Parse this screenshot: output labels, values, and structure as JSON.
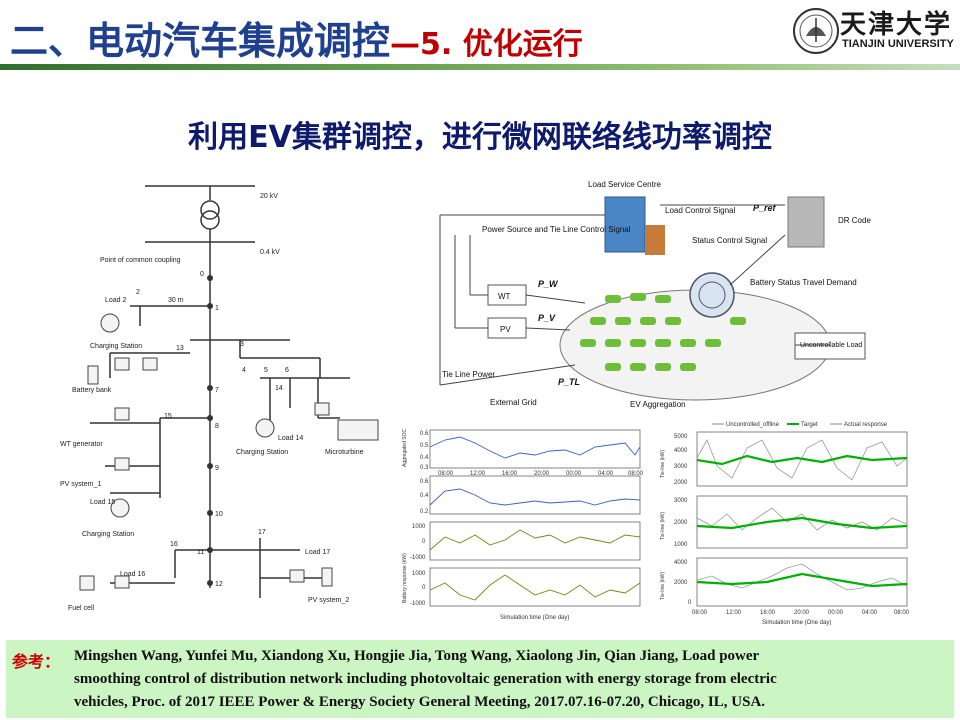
{
  "header": {
    "title_main": "二、电动汽车集成调控",
    "title_sep": "—",
    "title_sub": "5. 优化运行",
    "logo_cn": "天津大学",
    "logo_en": "TIANJIN UNIVERSITY"
  },
  "slide": {
    "heading": "利用EV集群调控，进行微网联络线功率调控"
  },
  "network_diagram": {
    "kv_high": "20 kV",
    "kv_low": "0.4 kV",
    "pcc": "Point of common coupling",
    "nodes": [
      "0",
      "1",
      "2",
      "3",
      "4",
      "5",
      "6",
      "7",
      "8",
      "9",
      "10",
      "11",
      "12",
      "13",
      "14",
      "15",
      "16",
      "17"
    ],
    "distance": "30 m",
    "load2": "Load 2",
    "load14": "Load 14",
    "load15": "Load 15",
    "load16": "Load 16",
    "load17": "Load 17",
    "charging_station": "Charging Station",
    "battery_bank": "Battery bank",
    "wt_generator": "WT generator",
    "pv1": "PV system_1",
    "pv2": "PV system_2",
    "microturbine": "Microturbine",
    "fuel_cell": "Fuel cell"
  },
  "control_diagram": {
    "load_service_centre": "Load Service Centre",
    "load_control_signal": "Load Control Signal",
    "p_ref": "P_ref",
    "dr_code": "DR Code",
    "power_source": "Power Source and Tie Line Control Signal",
    "status_control": "Status Control Signal",
    "battery_status": "Battery Status Travel Demand",
    "wt": "WT",
    "pv": "PV",
    "p_w": "P_W",
    "p_v": "P_V",
    "p_tl": "P_TL",
    "tie_line_power": "Tie Line Power",
    "external_grid": "External Grid",
    "ev_aggregation": "EV Aggregation",
    "uncontrollable_load": "Uncontrollable Load"
  },
  "charts_left": {
    "x_ticks": [
      "08:00",
      "12:00",
      "16:00",
      "20:00",
      "00:00",
      "04:00",
      "08:00"
    ],
    "xlabel": "Simulation time (One day)",
    "panels": [
      {
        "ylabel": "Aggregated SOC",
        "yticks": [
          "0.6",
          "0.5",
          "0.4",
          "0.3"
        ]
      },
      {
        "ylabel": "",
        "yticks": [
          "0.6",
          "0.4",
          "0.2"
        ]
      },
      {
        "ylabel": "Battery response (kW)",
        "yticks": [
          "1000",
          "0",
          "-1000"
        ]
      },
      {
        "ylabel": "",
        "yticks": [
          "1000",
          "0",
          "-1000"
        ]
      }
    ]
  },
  "charts_right": {
    "legend": [
      "Uncontrolled_offline",
      "Target",
      "Actual response"
    ],
    "x_ticks": [
      "08:00",
      "12:00",
      "16:00",
      "20:00",
      "00:00",
      "04:00",
      "08:00"
    ],
    "xlabel": "Simulation time (One day)",
    "panels": [
      {
        "ylabel": "Tie-line (kW)",
        "yticks": [
          "5000",
          "4000",
          "3000",
          "2000"
        ]
      },
      {
        "ylabel": "Tie-line (kW)",
        "yticks": [
          "3000",
          "2000",
          "1000"
        ]
      },
      {
        "ylabel": "Tie-line (kW)",
        "yticks": [
          "4000",
          "2000",
          "0"
        ]
      }
    ]
  },
  "reference": {
    "label": "参考：",
    "line1": "Mingshen Wang, Yunfei Mu, Xiandong Xu, Hongjie Jia, Tong Wang, Xiaolong Jin, Qian Jiang, Load power",
    "line2": "smoothing control of distribution network including photovoltaic generation with energy storage from electric",
    "line3": "vehicles, Proc. of 2017 IEEE Power & Energy Society General Meeting, 2017.07.16-07.20, Chicago, IL, USA."
  }
}
